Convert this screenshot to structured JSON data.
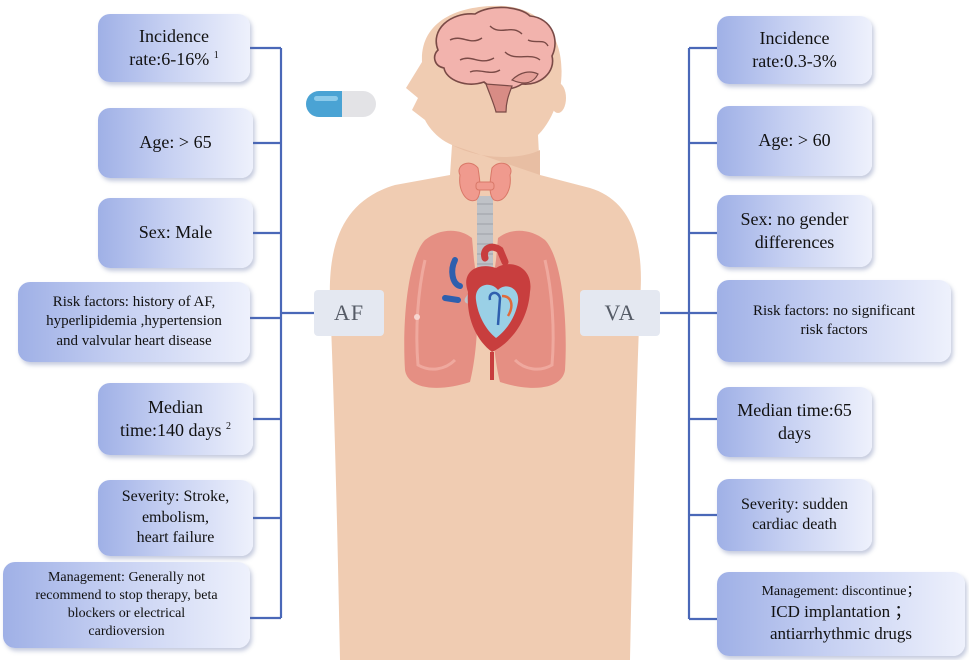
{
  "af": {
    "label": "AF",
    "incidence_label": "Incidence",
    "incidence_value": "rate:6-16%",
    "incidence_ref": "1",
    "age": "Age: > 65",
    "sex": "Sex: Male",
    "risk_line1": "Risk factors: history of AF,",
    "risk_line2": "hyperlipidemia ,hypertension",
    "risk_line3": "and valvular heart disease",
    "median_line1": "Median",
    "median_line2": "time:140 days",
    "median_ref": "2",
    "severity_line1": "Severity: Stroke,",
    "severity_line2": "embolism,",
    "severity_line3": "heart failure",
    "mgmt_line1": "Management: Generally not",
    "mgmt_line2": "recommend to stop therapy, beta",
    "mgmt_line3": "blockers or electrical",
    "mgmt_line4": "cardioversion"
  },
  "va": {
    "label": "VA",
    "incidence_line1": "Incidence",
    "incidence_line2": "rate:0.3-3%",
    "age": "Age:  > 60",
    "sex_line1": "Sex: no gender",
    "sex_line2": "differences",
    "risk_line1": "Risk factors: no significant",
    "risk_line2": "risk factors",
    "median_line1": "Median time:65",
    "median_line2": "days",
    "severity_line1": "Severity: sudden",
    "severity_line2": "cardiac death",
    "mgmt_line1": "Management: discontinue；",
    "mgmt_line2": "ICD implantation  ；",
    "mgmt_line3": "antiarrhythmic drugs"
  },
  "colors": {
    "connector": "#4a68b8",
    "skin": "#f0ccb2",
    "lung": "#e58f83",
    "heart": "#c83e3e",
    "brain": "#f2b3ad",
    "thyroid": "#f09a8e",
    "capsule_blue": "#4aa3d4"
  },
  "icons": [
    "human-body-figure",
    "brain-icon",
    "thyroid-icon",
    "lungs-icon",
    "heart-icon",
    "capsule-icon"
  ]
}
